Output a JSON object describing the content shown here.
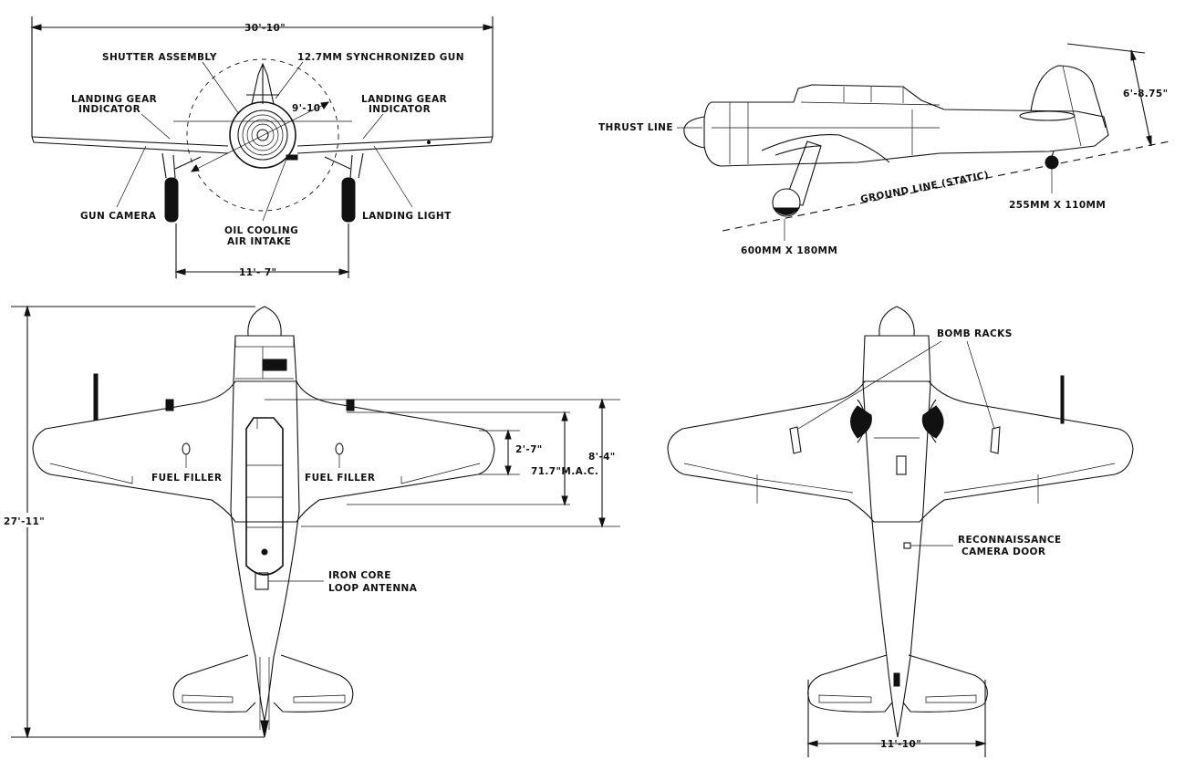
{
  "front_view": {
    "span": "30'-10\"",
    "shutter_assembly": "SHUTTER ASSEMBLY",
    "synchronized_gun": "12.7MM SYNCHRONIZED GUN",
    "landing_gear_indicator_left_1": "LANDING GEAR",
    "landing_gear_indicator_left_2": "INDICATOR",
    "landing_gear_indicator_right_1": "LANDING GEAR",
    "landing_gear_indicator_right_2": "INDICATOR",
    "prop_diameter": "9'-10\"",
    "gun_camera": "GUN CAMERA",
    "landing_light": "LANDING LIGHT",
    "oil_cooling_1": "OIL COOLING",
    "oil_cooling_2": "AIR INTAKE",
    "track": "11'- 7\""
  },
  "side_view": {
    "thrust_line": "THRUST LINE",
    "height": "6'-8.75\"",
    "ground_line": "GROUND LINE (STATIC)",
    "tail_wheel": "255MM X 110MM",
    "main_wheel": "600MM X 180MM"
  },
  "top_view": {
    "length": "27'-11\"",
    "fuel_filler_left": "FUEL FILLER",
    "fuel_filler_right": "FUEL FILLER",
    "chord_small": "2'-7\"",
    "mac": "71.7\"M.A.C.",
    "root_chord": "8'-4\"",
    "loop_antenna_1": "IRON CORE",
    "loop_antenna_2": "LOOP ANTENNA"
  },
  "bottom_view": {
    "bomb_racks": "BOMB RACKS",
    "recon_door_1": "RECONNAISSANCE",
    "recon_door_2": "CAMERA DOOR",
    "tail_span": "11'-10\""
  }
}
